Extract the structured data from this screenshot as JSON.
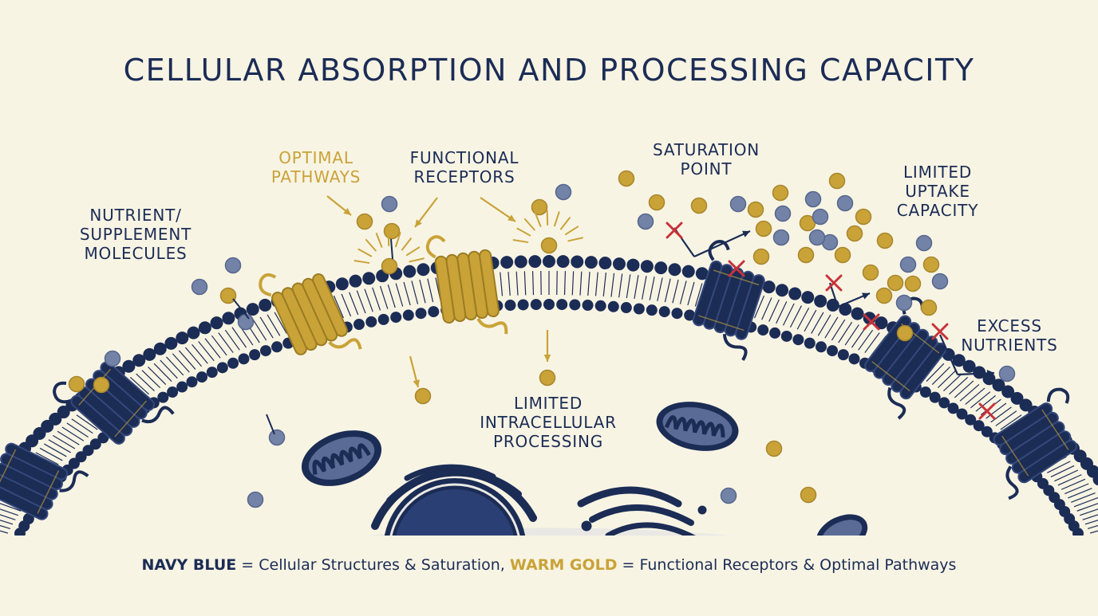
{
  "title": "CELLULAR ABSORPTION AND PROCESSING CAPACITY",
  "labels": {
    "nutrient": [
      "NUTRIENT/",
      "SUPPLEMENT",
      "MOLECULES"
    ],
    "optimal": [
      "OPTIMAL",
      "PATHWAYS"
    ],
    "functional": [
      "FUNCTIONAL",
      "RECEPTORS"
    ],
    "saturation": [
      "SATURATION",
      "POINT"
    ],
    "limited_uptake": [
      "LIMITED",
      "UPTAKE",
      "CAPACITY"
    ],
    "excess": [
      "EXCESS",
      "NUTRIENTS"
    ],
    "intracellular": [
      "LIMITED",
      "INTRACELLULAR",
      "PROCESSING"
    ]
  },
  "legend": {
    "navy_key": "NAVY BLUE",
    "navy_desc": " = Cellular Structures & Saturation, ",
    "gold_key": "WARM GOLD",
    "gold_desc": " = Functional Receptors & Optimal Pathways"
  },
  "colors": {
    "background": "#f8f4e4",
    "navy": "#1b2c55",
    "gold": "#c9a338",
    "molecule_gray": "#7383a8",
    "cytoplasm": "#e9e8e4",
    "error_red": "#c8323a"
  }
}
